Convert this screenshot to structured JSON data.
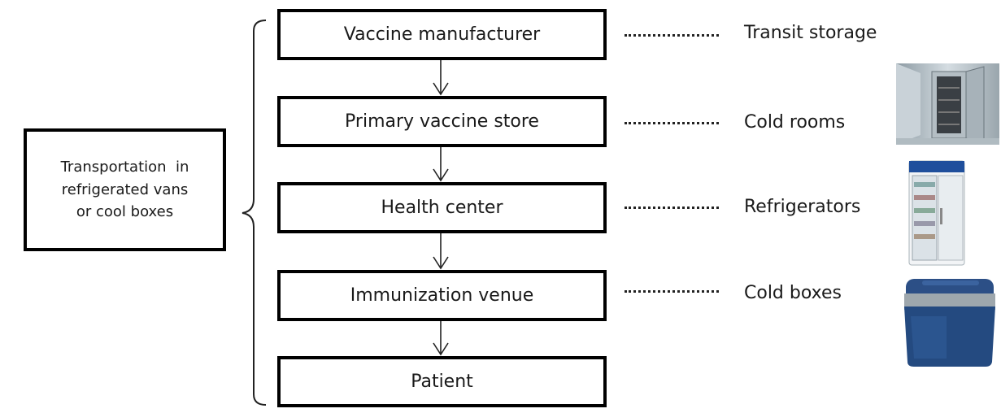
{
  "stages": [
    {
      "label": "Vaccine manufacturer",
      "storage": "Transit storage",
      "dots": "……………………"
    },
    {
      "label": "Primary vaccine store",
      "storage": "Cold rooms",
      "dots": "……………………"
    },
    {
      "label": "Health center",
      "storage": "Refrigerators",
      "dots": "……………………"
    },
    {
      "label": "Immunization venue",
      "storage": "Cold boxes",
      "dots": "……………………"
    },
    {
      "label": "Patient"
    }
  ],
  "transport": {
    "lines": [
      "Transportation  in",
      "refrigerated vans",
      "or cool boxes"
    ]
  },
  "photos": [
    {
      "icon": "cold-room-photo-icon"
    },
    {
      "icon": "refrigerator-photo-icon"
    },
    {
      "icon": "cool-box-photo-icon"
    }
  ]
}
